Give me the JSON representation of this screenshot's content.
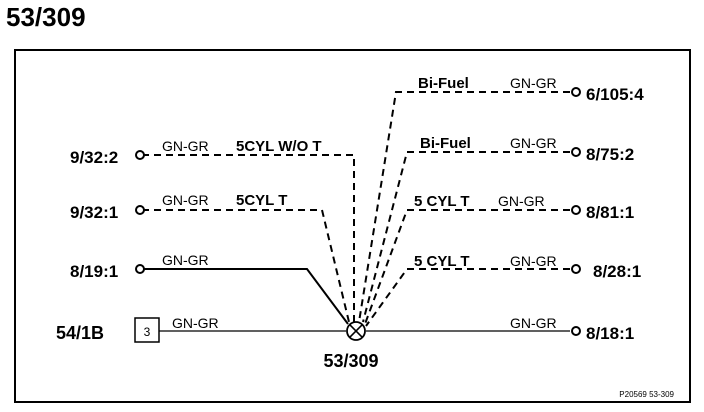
{
  "title": "53/309",
  "splice": {
    "label": "53/309"
  },
  "figure_code": "P20569  53-309",
  "left_terminals": [
    {
      "id": "9/32:2",
      "wire_color": "GN-GR",
      "variant": "5CYL W/O T",
      "line": "dashed"
    },
    {
      "id": "9/32:1",
      "wire_color": "GN-GR",
      "variant": "5CYL T",
      "line": "dashed"
    },
    {
      "id": "8/19:1",
      "wire_color": "GN-GR",
      "variant": "",
      "line": "solid"
    },
    {
      "id": "54/1B",
      "connector_pin": "3",
      "wire_color": "GN-GR",
      "variant": "",
      "line": "solid"
    }
  ],
  "right_terminals": [
    {
      "id": "6/105:4",
      "wire_color": "GN-GR",
      "variant": "Bi-Fuel",
      "line": "dashed"
    },
    {
      "id": "8/75:2",
      "wire_color": "GN-GR",
      "variant": "Bi-Fuel",
      "line": "dashed"
    },
    {
      "id": "8/81:1",
      "wire_color": "GN-GR",
      "variant": "5 CYL T",
      "line": "dashed"
    },
    {
      "id": "8/28:1",
      "wire_color": "GN-GR",
      "variant": "5 CYL T",
      "line": "dashed"
    },
    {
      "id": "8/18:1",
      "wire_color": "GN-GR",
      "variant": "",
      "line": "solid"
    }
  ]
}
